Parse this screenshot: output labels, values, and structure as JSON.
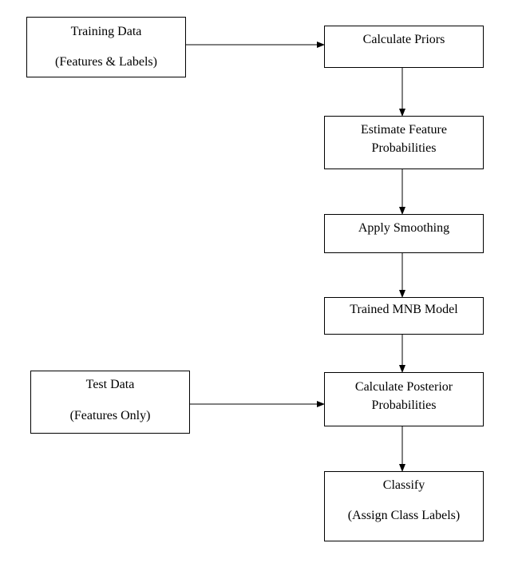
{
  "diagram": {
    "nodes": {
      "training_data": {
        "lines": [
          "Training Data",
          "(Features & Labels)"
        ]
      },
      "calculate_priors": {
        "lines": [
          "Calculate Priors"
        ]
      },
      "estimate_feature_probabilities": {
        "lines": [
          "Estimate Feature",
          "Probabilities"
        ]
      },
      "apply_smoothing": {
        "lines": [
          "Apply Smoothing"
        ]
      },
      "trained_mnb_model": {
        "lines": [
          "Trained MNB Model"
        ]
      },
      "test_data": {
        "lines": [
          "Test Data",
          "(Features Only)"
        ]
      },
      "calculate_posterior_probabilities": {
        "lines": [
          "Calculate Posterior",
          "Probabilities"
        ]
      },
      "classify": {
        "lines": [
          "Classify",
          "(Assign Class Labels)"
        ]
      }
    },
    "edges": [
      {
        "from": "training_data",
        "to": "calculate_priors"
      },
      {
        "from": "calculate_priors",
        "to": "estimate_feature_probabilities"
      },
      {
        "from": "estimate_feature_probabilities",
        "to": "apply_smoothing"
      },
      {
        "from": "apply_smoothing",
        "to": "trained_mnb_model"
      },
      {
        "from": "trained_mnb_model",
        "to": "calculate_posterior_probabilities"
      },
      {
        "from": "test_data",
        "to": "calculate_posterior_probabilities"
      },
      {
        "from": "calculate_posterior_probabilities",
        "to": "classify"
      }
    ],
    "line_color": "#000000",
    "box_border_color": "#000000"
  }
}
